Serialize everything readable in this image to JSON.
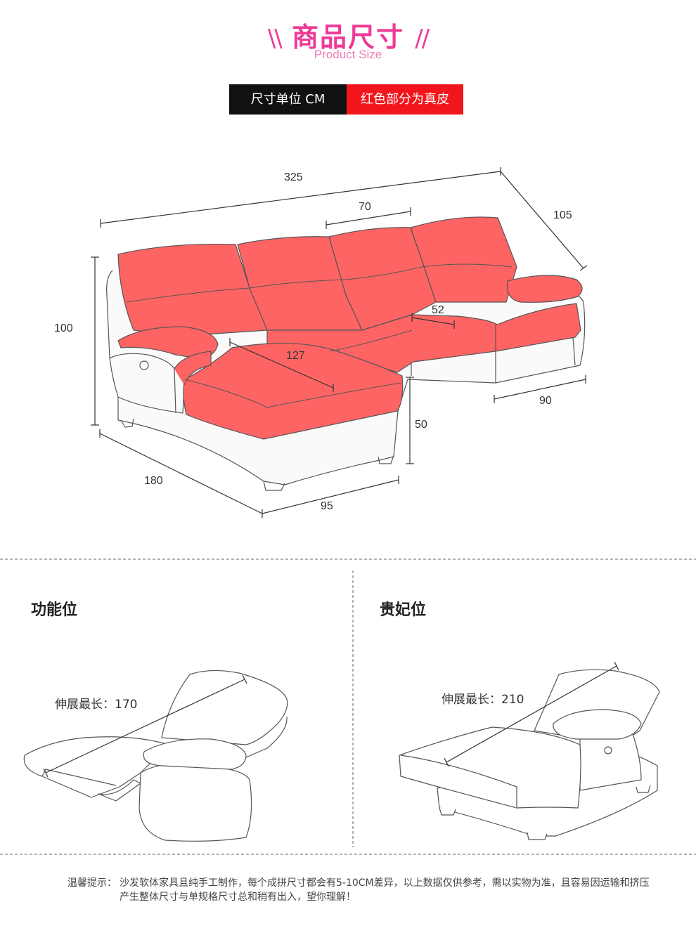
{
  "header": {
    "title": "商品尺寸",
    "slash_left": "\\\\",
    "slash_right": "//",
    "subtitle": "Product Size"
  },
  "badges": {
    "unit": "尺寸单位 CM",
    "leather": "红色部分为真皮"
  },
  "colors": {
    "accent": "#ee3a97",
    "leather_red": "#ff6464",
    "badge_red": "#f2161c"
  },
  "dimensions": {
    "total_length": "325",
    "seat_width": "70",
    "depth": "105",
    "height": "100",
    "seat_depth": "52",
    "chaise_length": "127",
    "side_length": "90",
    "seat_height": "50",
    "chaise_side": "180",
    "chaise_front": "95"
  },
  "functions": {
    "left": {
      "title": "功能位",
      "extend_label": "伸展最长：170"
    },
    "right": {
      "title": "贵妃位",
      "extend_label": "伸展最长：210"
    }
  },
  "note": {
    "label": "温馨提示：",
    "text": "沙发软体家具且纯手工制作，每个成拼尺寸都会有5-10CM差异，以上数据仅供参考，需以实物为准，且容易因运输和挤压产生整体尺寸与单规格尺寸总和稍有出入，望你理解！"
  }
}
